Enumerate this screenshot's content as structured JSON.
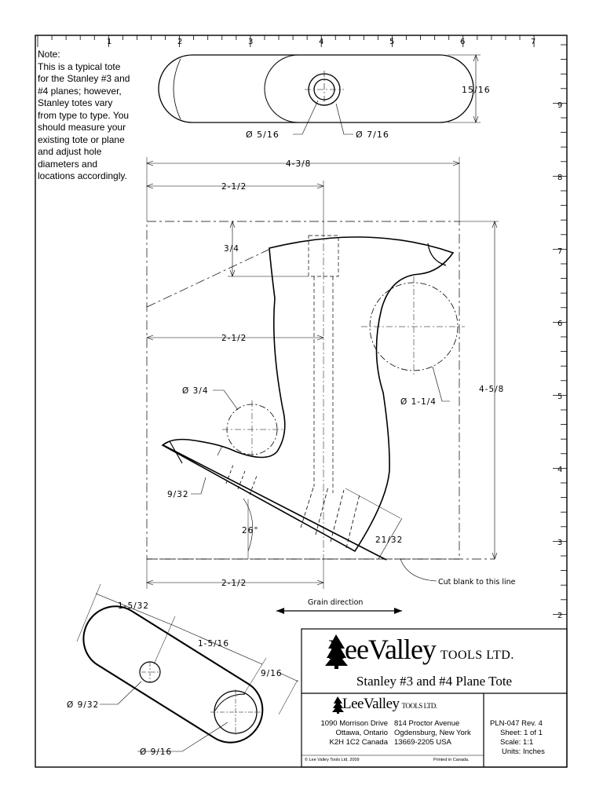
{
  "ruler": {
    "top": [
      "1",
      "2",
      "3",
      "4",
      "5",
      "6",
      "7"
    ],
    "right": [
      "9",
      "8",
      "7",
      "6",
      "5",
      "4",
      "3",
      "2"
    ]
  },
  "note": {
    "lines": [
      "Note:",
      "This is a typical tote",
      "for the Stanley #3 and",
      "#4 planes; however,",
      "Stanley totes vary",
      "from type to type.  You",
      "should measure your",
      "existing tote or plane",
      "and adjust hole",
      "diameters and",
      "locations accordingly."
    ]
  },
  "top_view": {
    "height_dim": "15/16",
    "hole_small": "Ø 5/16",
    "hole_large": "Ø 7/16"
  },
  "side_view": {
    "overall_width": "4-3/8",
    "width_top": "2-1/2",
    "width_mid": "2-1/2",
    "width_bottom": "2-1/2",
    "top_depth": "3/4",
    "overall_height": "4-5/8",
    "hole_front": "Ø 3/4",
    "hole_rear": "Ø 1-1/4",
    "bore_small": "9/32",
    "bore_large": "21/32",
    "angle": "26°",
    "cut_note": "Cut blank to this line",
    "grain": "Grain direction"
  },
  "bottom_view": {
    "dim_long": "1-5/32",
    "dim_mid": "1-5/16",
    "dim_width": "9/16",
    "hole_small": "Ø 9/32",
    "hole_large": "Ø 9/16"
  },
  "title_block": {
    "brand": "LeeValley",
    "brand_suffix": "TOOLS LTD.",
    "title": "Stanley #3 and #4 Plane Tote",
    "brand_small": "LeeValley",
    "brand_small_suffix": "TOOLS LTD.",
    "address_canada": [
      "1090 Morrison Drive",
      "Ottawa, Ontario",
      "K2H 1C2  Canada"
    ],
    "address_usa": [
      "814 Proctor Avenue",
      "Ogdensburg, New York",
      "13669-2205  USA"
    ],
    "plan": "PLN-047  Rev. 4",
    "sheet_label": "Sheet:",
    "sheet_value": "1 of 1",
    "scale_label": "Scale:",
    "scale_value": "1:1",
    "units_label": "Units:",
    "units_value": "Inches",
    "copyright": "© Lee Valley Tools Ltd. 2009",
    "printed": "Printed in Canada."
  }
}
